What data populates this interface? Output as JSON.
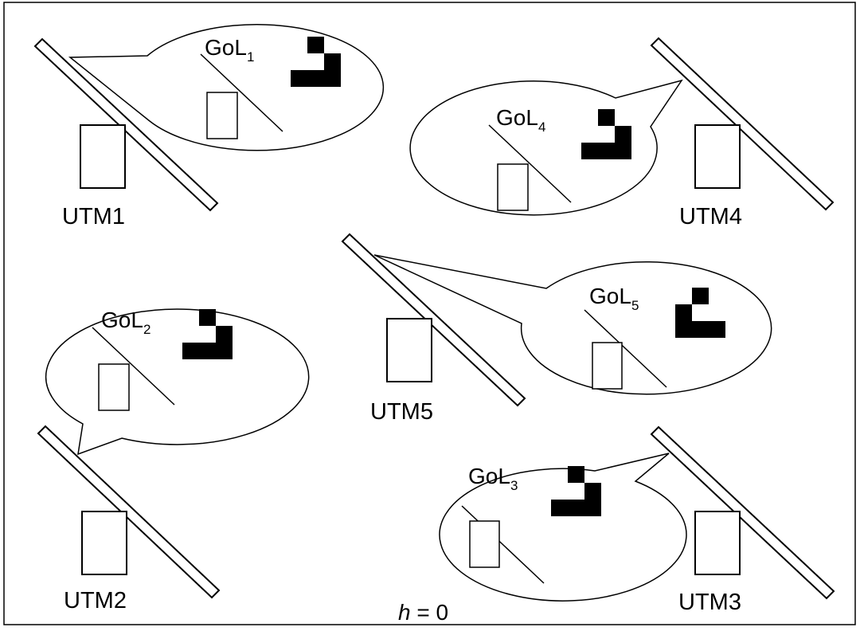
{
  "machines": [
    {
      "label": "UTM1",
      "gol_main": "GoL",
      "gol_sub": "1"
    },
    {
      "label": "UTM2",
      "gol_main": "GoL",
      "gol_sub": "2"
    },
    {
      "label": "UTM3",
      "gol_main": "GoL",
      "gol_sub": "3"
    },
    {
      "label": "UTM4",
      "gol_main": "GoL",
      "gol_sub": "4"
    },
    {
      "label": "UTM5",
      "gol_main": "GoL",
      "gol_sub": "5"
    }
  ],
  "footer": {
    "h_var": "h",
    "h_eq": " = 0"
  },
  "colors": {
    "stroke": "#000000",
    "fill": "#ffffff",
    "cell": "#000000"
  }
}
